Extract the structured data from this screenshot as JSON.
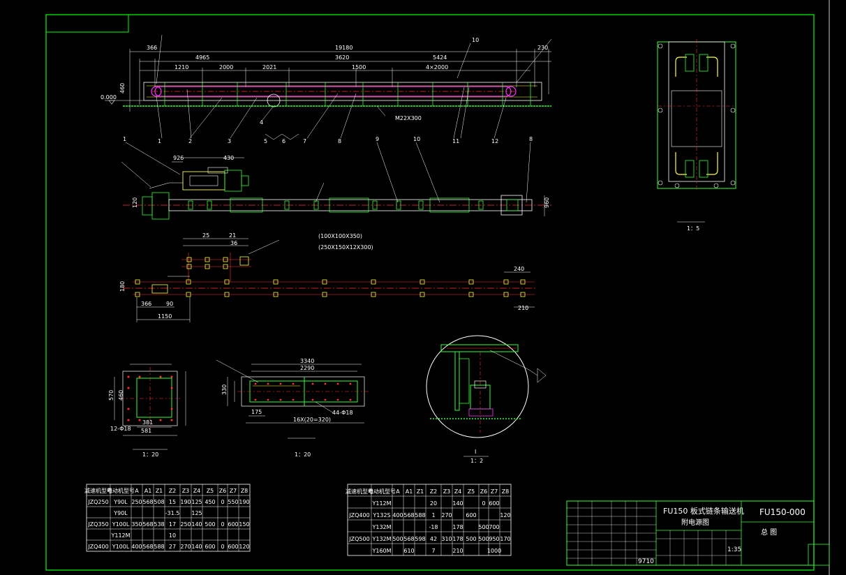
{
  "title_block": {
    "drawing_name_line1": "FU150 板式链条输送机",
    "drawing_name_line2": "附电源图",
    "drawing_number": "FU150-000",
    "unit": "总  图",
    "scale": "1:35",
    "row_number": "9710"
  },
  "views": {
    "section_cross_caption": "1：5",
    "detail_caption_label": "I",
    "detail_caption_scale": "1：2",
    "inlet_caption_scale": "1：20",
    "outlet_caption_scale": "1：20"
  },
  "main_elevation": {
    "overall_length": "19180",
    "dims_top": [
      "366",
      "4965",
      "3620",
      "5424",
      "230"
    ],
    "dims_mid": [
      "1210",
      "2000",
      "2021",
      "1500",
      "4×2000"
    ],
    "datum": "0.000",
    "height": "460",
    "base_note": "M22X300",
    "leaders": [
      "1",
      "2",
      "3",
      "4",
      "5",
      "6",
      "7",
      "8",
      "11",
      "12"
    ],
    "leader_label_top": "10"
  },
  "plan_view": {
    "dims": [
      "926",
      "430",
      "120",
      "960"
    ],
    "leaders": [
      "1",
      "9",
      "10",
      "8"
    ]
  },
  "foundation_view": {
    "notes": [
      "(100X100X350)",
      "(250X150X12X300)"
    ],
    "dims": [
      "25",
      "21",
      "36",
      "366",
      "90",
      "1150",
      "180",
      "240",
      "210"
    ]
  },
  "inlet_view": {
    "dims": [
      "381",
      "581",
      "570",
      "460",
      "12-Φ18"
    ]
  },
  "outlet_view": {
    "dims": [
      "3340",
      "2290",
      "330",
      "175",
      "44-Φ18",
      "16X(20=320)"
    ]
  },
  "table_left": {
    "headers": [
      "减速机型号",
      "电动机型号",
      "A",
      "A1",
      "Z1",
      "Z2",
      "Z3",
      "Z4",
      "Z5",
      "Z6",
      "Z7",
      "Z8"
    ],
    "rows": [
      [
        "JZQ250",
        "Y90L",
        "250",
        "568",
        "508",
        "15",
        "190",
        "125",
        "450",
        "0",
        "550",
        "190"
      ],
      [
        "",
        "Y90L",
        "",
        "",
        "",
        "-31.5",
        "",
        "125",
        "",
        "",
        "",
        ""
      ],
      [
        "JZQ350",
        "Y100L",
        "350",
        "568",
        "538",
        "17",
        "250",
        "140",
        "500",
        "0",
        "600",
        "150"
      ],
      [
        "",
        "Y112M",
        "",
        "",
        "",
        "10",
        "",
        "",
        "",
        "",
        "",
        ""
      ],
      [
        "JZQ400",
        "Y100L",
        "400",
        "568",
        "588",
        "27",
        "270",
        "140",
        "600",
        "0",
        "600",
        "120"
      ]
    ]
  },
  "table_right": {
    "headers": [
      "减速机型号",
      "电动机型号",
      "A",
      "A1",
      "Z1",
      "Z2",
      "Z3",
      "Z4",
      "Z5",
      "Z6",
      "Z7",
      "Z8"
    ],
    "rows": [
      [
        "",
        "Y112M",
        "",
        "",
        "",
        "20",
        "",
        "140",
        "",
        "0",
        "600",
        ""
      ],
      [
        "JZQ400",
        "Y132S",
        "400",
        "568",
        "588",
        "1",
        "270",
        "",
        "600",
        "",
        "",
        "120"
      ],
      [
        "",
        "Y132M",
        "",
        "",
        "",
        "-18",
        "",
        "178",
        "",
        "500",
        "700",
        ""
      ],
      [
        "JZQ500",
        "Y132M",
        "500",
        "568",
        "598",
        "42",
        "310",
        "178",
        "500",
        "500",
        "950",
        "170"
      ],
      [
        "",
        "Y160M",
        "",
        "610",
        "",
        "7",
        "",
        "210",
        "",
        "",
        "1000",
        ""
      ]
    ]
  },
  "colors": {
    "frame": "#00ff00",
    "lines": "#ffffff",
    "center": "#ff3030",
    "dim": "#00ffff",
    "magenta": "#ff30ff",
    "yellow": "#ffff40"
  }
}
